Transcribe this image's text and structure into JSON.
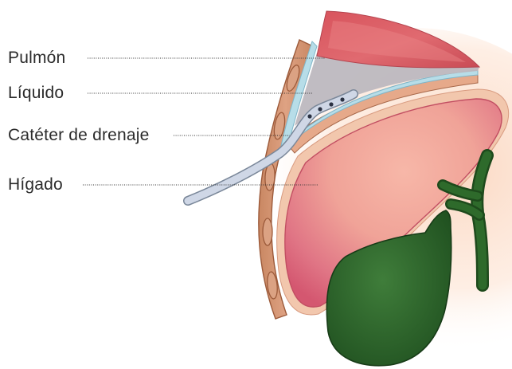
{
  "labels": {
    "lung": "Pulmón",
    "fluid": "Líquido",
    "catheter": "Catéter de drenaje",
    "liver": "Hígado"
  },
  "colors": {
    "lung": "#d9585f",
    "fluid": "#b9b5bc",
    "pleura": "#b4dbe6",
    "chest_wall": "#d99c78",
    "liver": "#e47b86",
    "gallbladder": "#2f6a2c",
    "catheter": "#cfd7e6",
    "leader_line": "#333333"
  }
}
